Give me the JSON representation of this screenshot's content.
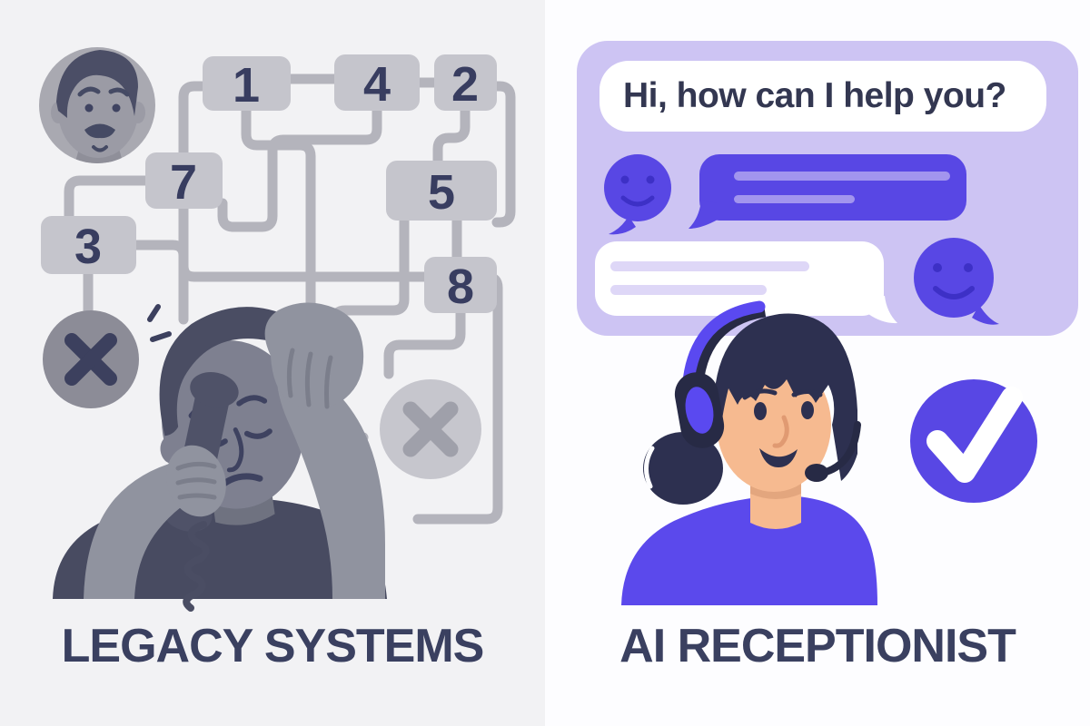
{
  "theme": {
    "bg-left": "#f2f2f4",
    "bg-right": "#fdfdff",
    "accent": "#5847e4",
    "accent-dark": "#3d30c6",
    "lavender": "#cdc4f3",
    "lavender-line": "#ded7f7",
    "bubble-line": "#a295ee",
    "navy": "#333751",
    "caption": "#3a4060",
    "gray-box": "#c5c5cc",
    "gray-line": "#b4b4bc",
    "gray-dark": "#484b61",
    "gray-mid": "#8c8c97",
    "skin": "#f6ba90",
    "hair": "#2d3050"
  },
  "left_panel": {
    "caption": "LEGACY SYSTEMS",
    "flowchart": {
      "nodes": [
        {
          "label": "1"
        },
        {
          "label": "4"
        },
        {
          "label": "2"
        },
        {
          "label": "7"
        },
        {
          "label": "5"
        },
        {
          "label": "3"
        },
        {
          "label": "8"
        }
      ]
    },
    "icons": {
      "avatar": "worried-man-avatar",
      "x_left": "x-mark-circle",
      "x_right": "x-mark-circle-light",
      "figure": "frustrated-man-on-corded-phone"
    }
  },
  "right_panel": {
    "caption": "AI RECEPTIONIST",
    "chat": {
      "greeting": "Hi, how can I help you?",
      "icons": {
        "smiley_left": "smiley-chat-bubble",
        "smiley_right": "smiley-chat-bubble",
        "check": "check-circle"
      }
    },
    "figure": "ai-receptionist-woman-headset"
  }
}
